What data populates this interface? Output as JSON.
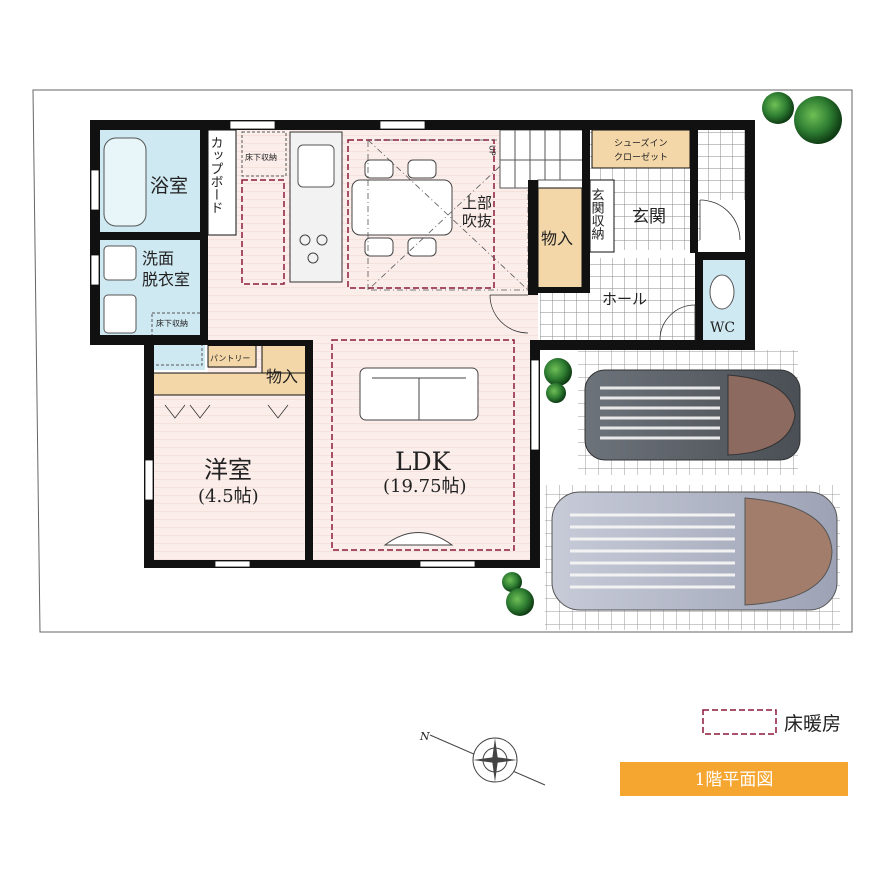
{
  "rooms": {
    "bath": "浴室",
    "washroom_line1": "洗面",
    "washroom_line2": "脱衣室",
    "underfloor_storage": "床下収納",
    "cupboard": "カップボード",
    "pantry": "パントリー",
    "storage": "物入",
    "western_room": "洋室",
    "western_room_size": "(4.5帖)",
    "ldk": "LDK",
    "ldk_size": "(19.75帖)",
    "atrium_line1": "上部",
    "atrium_line2": "吹抜",
    "up_mark": "UP",
    "shoes_closet_line1": "シューズイン",
    "shoes_closet_line2": "クローゼット",
    "entrance_storage": "玄関収納",
    "entrance": "玄関",
    "hall": "ホール",
    "wc": "WC"
  },
  "legend": {
    "floor_heating": "床暖房"
  },
  "compass": {
    "north": "N"
  },
  "footer": {
    "title": "1階平面図"
  },
  "colors": {
    "wall": "#111111",
    "floor_heating_border": "#8b1a3a",
    "ldk_floor": "#fbeeea",
    "wet_area": "#cfe9f2",
    "storage_fill": "#f3d7a8",
    "title_bar": "#f5a630",
    "tile_line": "#9a9a9a",
    "tree_green": "#2e7d32"
  }
}
